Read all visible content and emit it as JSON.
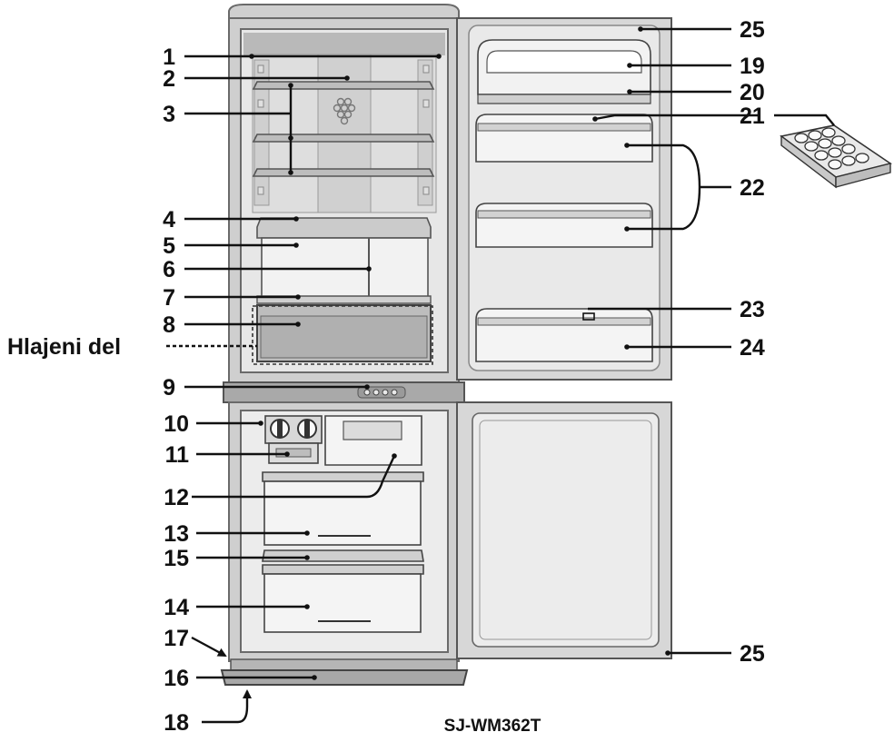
{
  "side_label": "Hlajeni del",
  "model": "SJ-WM362T",
  "callouts": [
    "1",
    "2",
    "3",
    "4",
    "5",
    "6",
    "7",
    "8",
    "9",
    "10",
    "11",
    "12",
    "13",
    "15",
    "14",
    "17",
    "16",
    "18",
    "25",
    "19",
    "20",
    "21",
    "22",
    "23",
    "24",
    "25"
  ],
  "colors": {
    "cabinet": "#cfcfcf",
    "outline": "#6a6a6a",
    "interior": "#e6e6e6",
    "shelf": "#b9b9b9",
    "ink": "#111111"
  }
}
